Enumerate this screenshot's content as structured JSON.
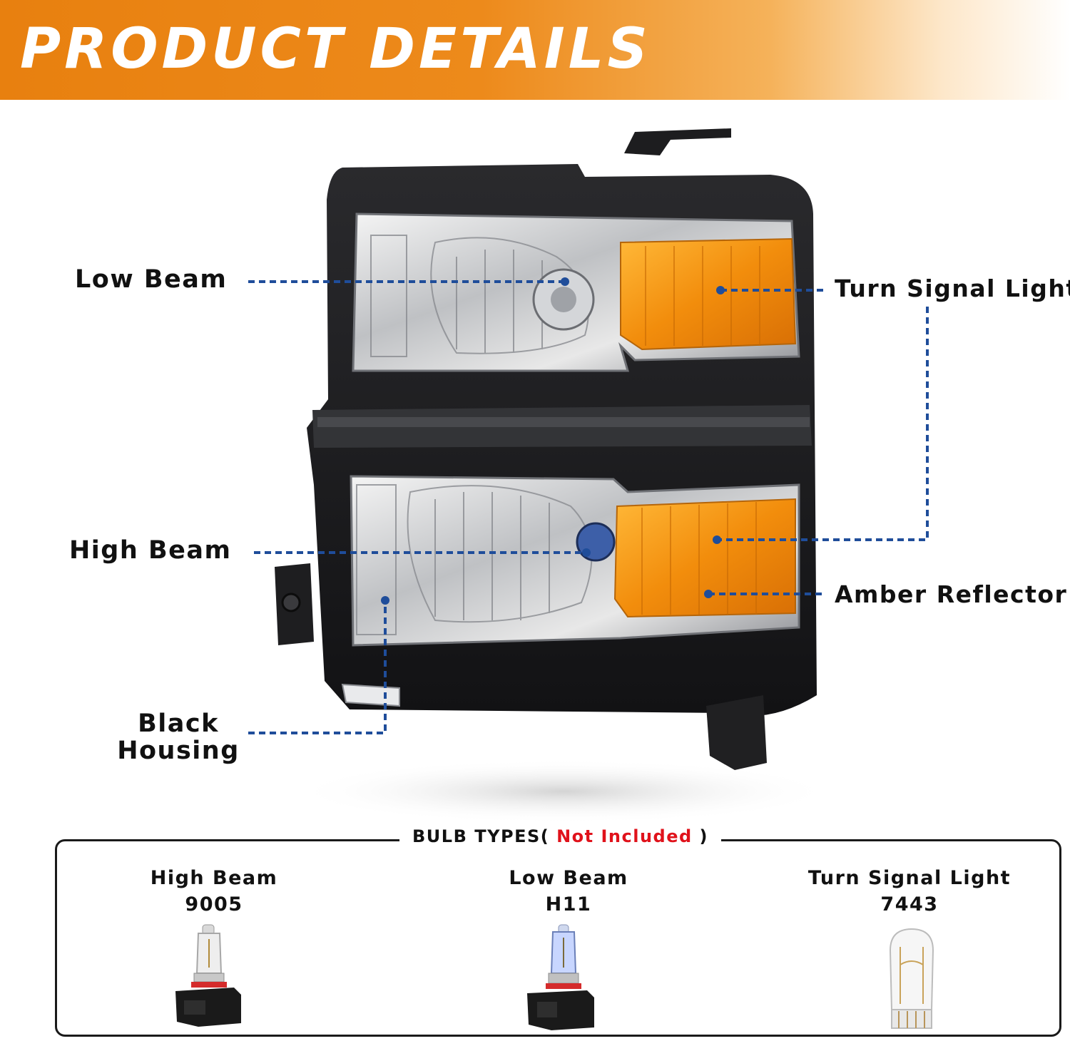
{
  "banner": {
    "title": "PRODUCT DETAILS"
  },
  "callouts": {
    "low_beam": "Low Beam",
    "high_beam": "High Beam",
    "black_housing_line1": "Black",
    "black_housing_line2": "Housing",
    "turn_signal": "Turn Signal Light",
    "amber_reflector": "Amber Reflector"
  },
  "bulb_types": {
    "heading": "BULB TYPES(",
    "note": "Not Included",
    "heading_close": ")",
    "items": [
      {
        "name": "High Beam",
        "code": "9005",
        "icon": "halogen-bulb-icon"
      },
      {
        "name": "Low Beam",
        "code": "H11",
        "icon": "blue-halogen-bulb-icon"
      },
      {
        "name": "Turn Signal Light",
        "code": "7443",
        "icon": "wedge-bulb-icon"
      }
    ]
  },
  "colors": {
    "banner_orange": "#e8800f",
    "housing_black": "#1b1b1d",
    "amber": "#f5950f",
    "leader_blue": "#1f4d9a",
    "note_red": "#e0121b"
  }
}
